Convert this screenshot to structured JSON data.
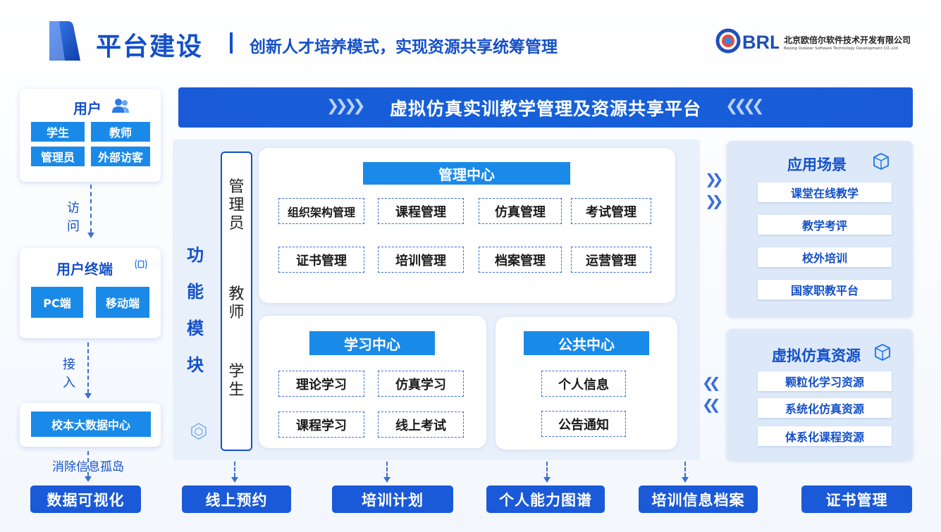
{
  "header": {
    "title": "平台建设",
    "subtitle": "创新人才培养模式，实现资源共享统筹管理",
    "company_logo_text": "BRL",
    "company_name": "北京欧倍尔软件技术开发有限公司",
    "company_name_en": "Beijing Oubeier Software Technology Development CO.,Ltd."
  },
  "users": {
    "title": "用户",
    "icon": "users-icon",
    "tags": [
      "学生",
      "教师",
      "管理员",
      "外部访客"
    ]
  },
  "flow": {
    "visit": "访问",
    "connect": "接入",
    "eliminate": "消除信息孤岛"
  },
  "terminal": {
    "title": "用户终端",
    "icon": "iot-icon",
    "tags": [
      "PC端",
      "移动端"
    ]
  },
  "datacenter": {
    "label": "校本大数据中心"
  },
  "banner": {
    "title": "虚拟仿真实训教学管理及资源共享平台"
  },
  "function_module": {
    "label": "功能模块",
    "roles": [
      "管理员",
      "教师",
      "学生"
    ],
    "management_center": {
      "title": "管理中心",
      "items": [
        "组织架构管理",
        "课程管理",
        "仿真管理",
        "考试管理",
        "证书管理",
        "培训管理",
        "档案管理",
        "运营管理"
      ]
    },
    "learning_center": {
      "title": "学习中心",
      "items": [
        "理论学习",
        "仿真学习",
        "课程学习",
        "线上考试"
      ]
    },
    "public_center": {
      "title": "公共中心",
      "items": [
        "个人信息",
        "公告通知"
      ]
    }
  },
  "application": {
    "title": "应用场景",
    "items": [
      "课堂在线教学",
      "教学考评",
      "校外培训",
      "国家职教平台"
    ]
  },
  "resources": {
    "title": "虚拟仿真资源",
    "items": [
      "颗粒化学习资源",
      "系统化仿真资源",
      "体系化课程资源"
    ]
  },
  "outputs": [
    "数据可视化",
    "线上预约",
    "培训计划",
    "个人能力图谱",
    "培训信息档案",
    "证书管理"
  ],
  "colors": {
    "primary": "#1450c8",
    "accent": "#1a8ae8",
    "panel_bg": "#e8f0fb"
  }
}
